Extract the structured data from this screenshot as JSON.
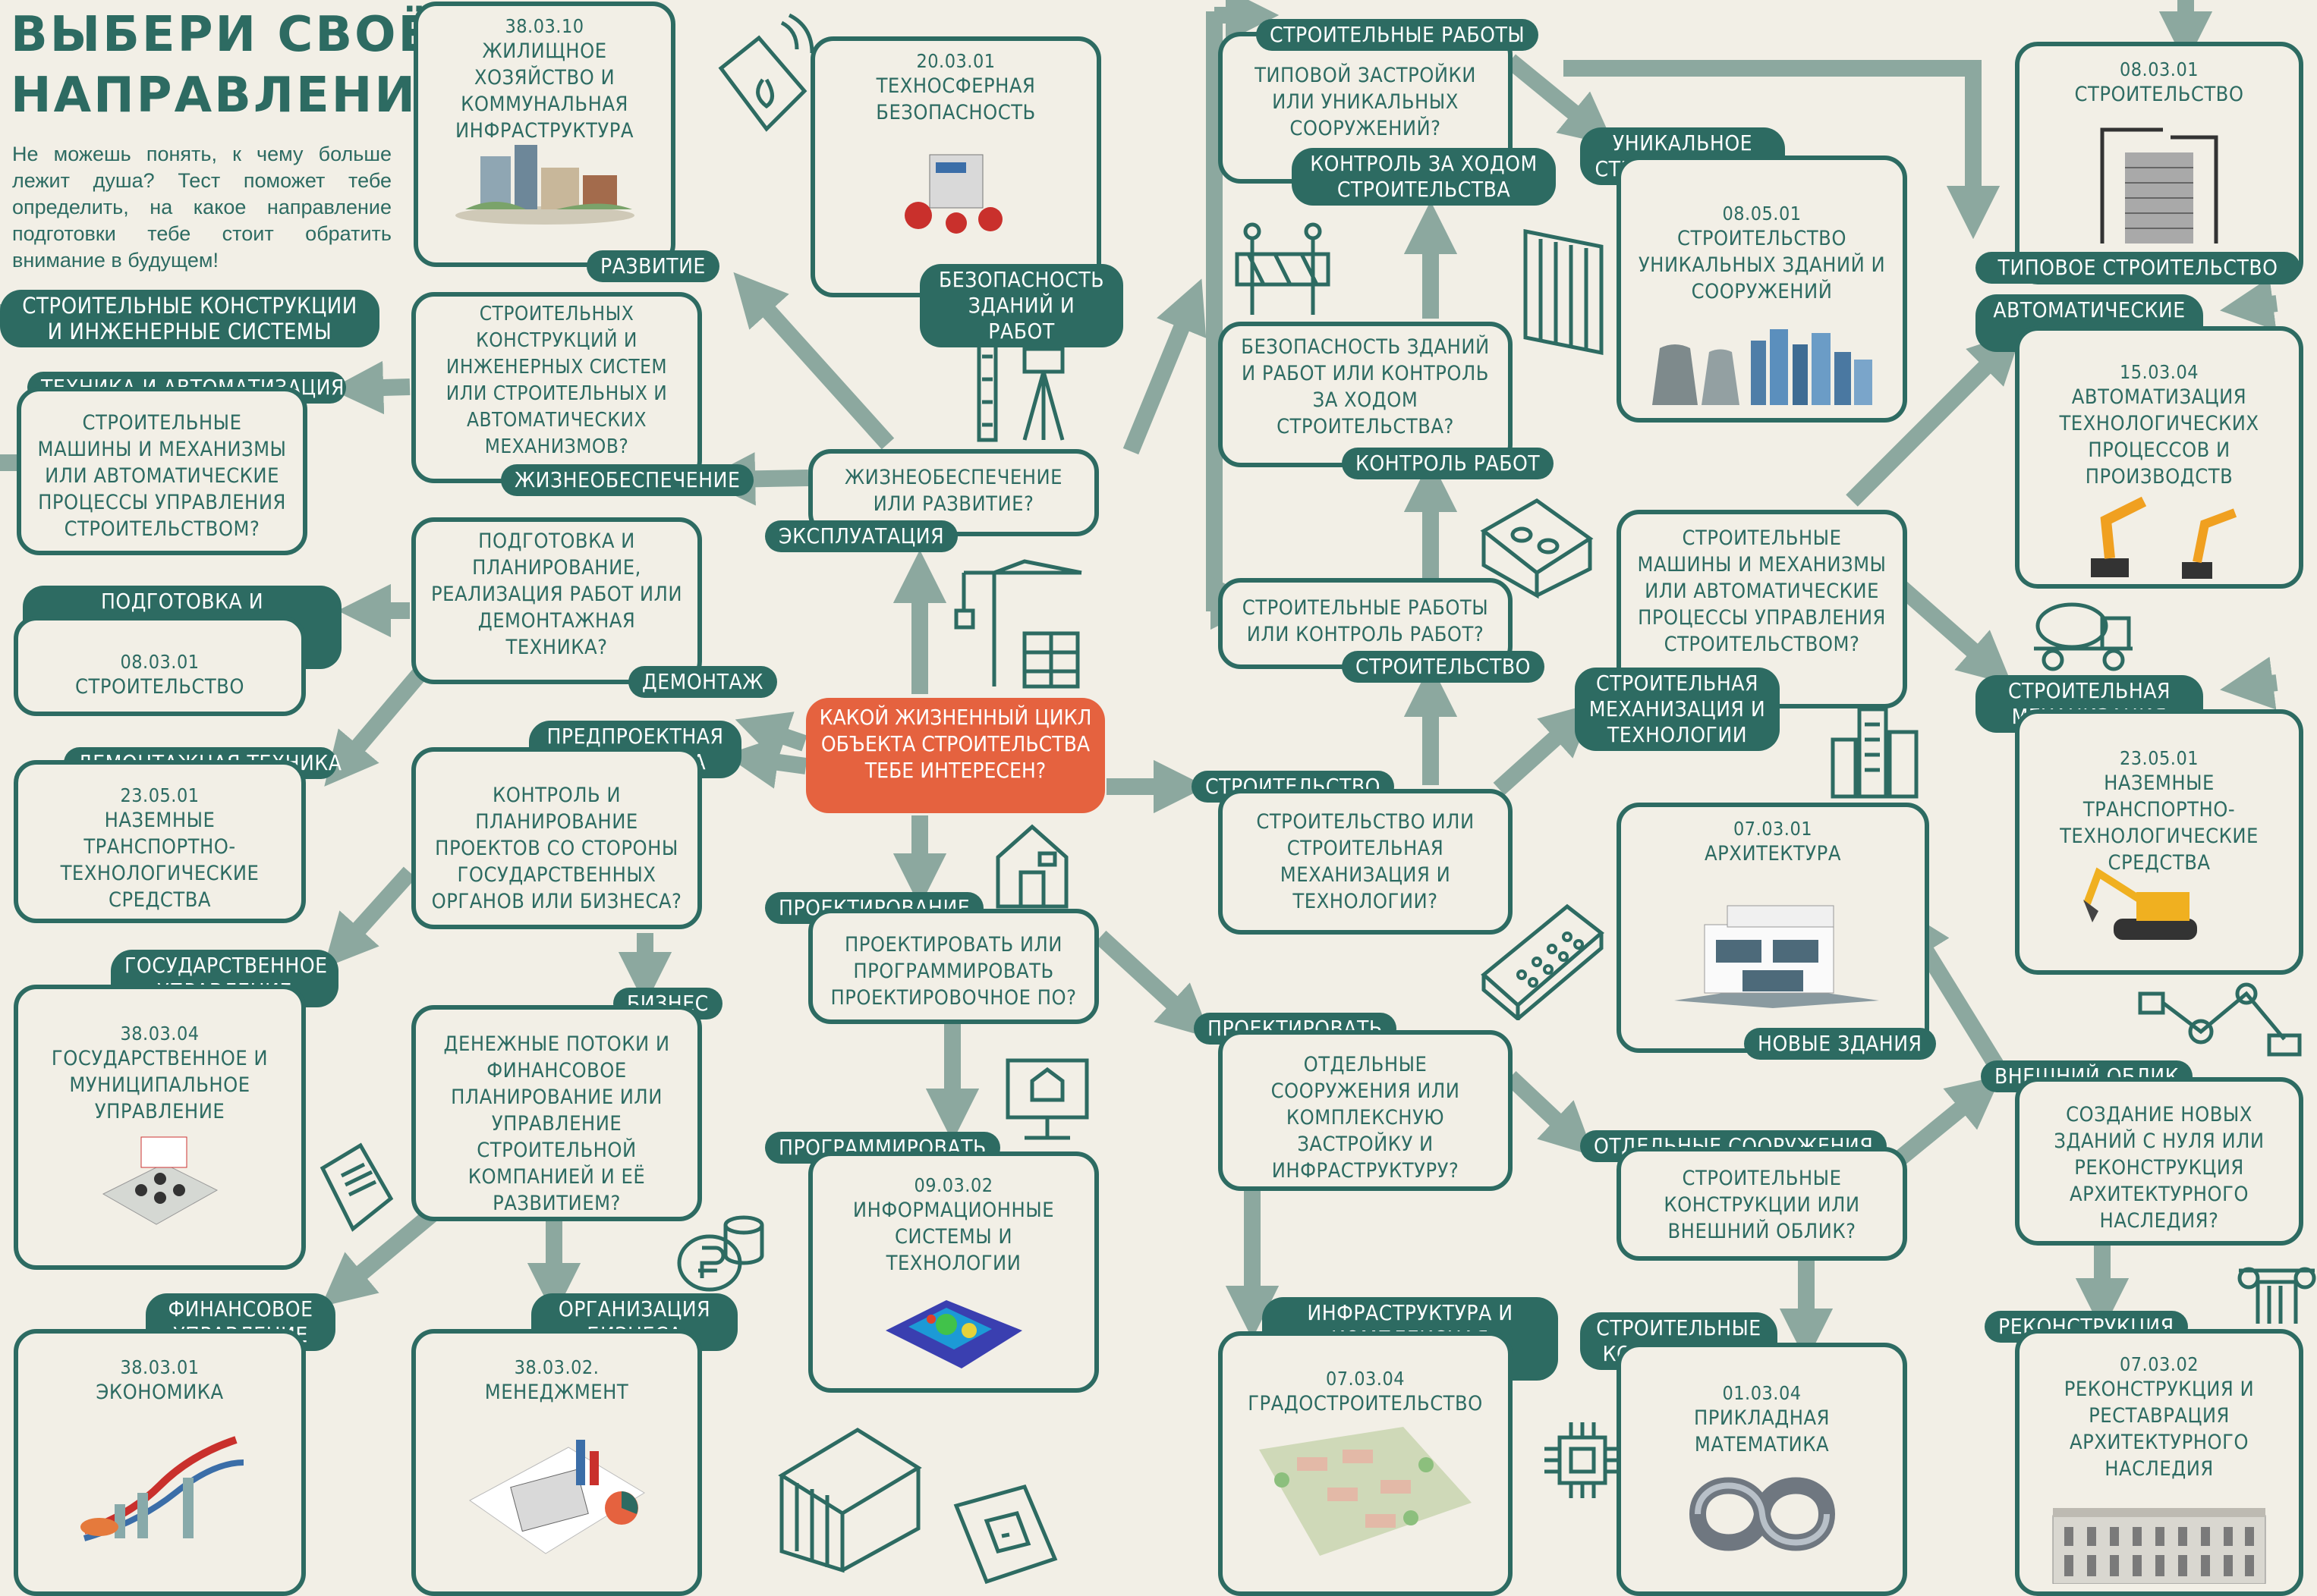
{
  "header": {
    "title_line1": "ВЫБЕРИ СВОЁ",
    "title_line2": "НАПРАВЛЕНИЕ",
    "intro": "Не можешь понять, к чему больше лежит душа? Тест поможет тебе определить, на какое направление подготовки тебе стоит обратить внимание в будущем!"
  },
  "center_question": "КАКОЙ ЖИЗНЕННЫЙ ЦИКЛ ОБЪЕКТА СТРОИТЕЛЬСТВА ТЕБЕ ИНТЕРЕСЕН?",
  "questions": {
    "zhizneobesp_or_razvitie": "ЖИЗНЕОБЕСПЕЧЕНИЕ ИЛИ РАЗВИТИЕ?",
    "konstr_or_tech": "СТРОИТЕЛЬНЫХ КОНСТРУКЦИЙ И ИНЖЕНЕРНЫХ СИСТЕМ ИЛИ СТРОИТЕЛЬНЫХ И АВТОМАТИЧЕСКИХ МЕХАНИЗМОВ?",
    "mash_or_auto_left": "СТРОИТЕЛЬНЫЕ МАШИНЫ И МЕХАНИЗМЫ ИЛИ АВТОМАТИЧЕСКИЕ ПРОЦЕССЫ УПРАВЛЕНИЯ СТРОИТЕЛЬСТВОМ?",
    "podgotovka_or_demontazh": "ПОДГОТОВКА И ПЛАНИРОВАНИЕ, РЕАЛИЗАЦИЯ РАБОТ ИЛИ ДЕМОНТАЖНАЯ ТЕХНИКА?",
    "gos_or_biz": "КОНТРОЛЬ И ПЛАНИРОВАНИЕ ПРОЕКТОВ СО СТОРОНЫ ГОСУДАРСТВЕННЫХ ОРГАНОВ ИЛИ БИЗНЕСА?",
    "fin_or_org": "ДЕНЕЖНЫЕ ПОТОКИ И ФИНАНСОВОЕ ПЛАНИРОВАНИЕ ИЛИ УПРАВЛЕНИЕ СТРОИТЕЛЬНОЙ КОМПАНИЕЙ И ЕЁ РАЗВИТИЕМ?",
    "proekt_or_program": "ПРОЕКТИРОВАТЬ ИЛИ ПРОГРАММИРОВАТЬ ПРОЕКТИРОВОЧНОЕ ПО?",
    "stroit_or_mech": "СТРОИТЕЛЬСТВО ИЛИ СТРОИТЕЛЬНАЯ МЕХАНИЗАЦИЯ И ТЕХНОЛОГИИ?",
    "works_or_control": "СТРОИТЕЛЬНЫЕ РАБОТЫ ИЛИ КОНТРОЛЬ РАБОТ?",
    "safety_or_control": "БЕЗОПАСНОСТЬ ЗДАНИЙ И РАБОТ ИЛИ КОНТРОЛЬ ЗА ХОДОМ СТРОИТЕЛЬСТВА?",
    "typical_or_unique": "ТИПОВОЙ ЗАСТРОЙКИ ИЛИ УНИКАЛЬНЫХ СООРУЖЕНИЙ?",
    "mash_or_auto_right": "СТРОИТЕЛЬНЫЕ МАШИНЫ И МЕХАНИЗМЫ ИЛИ АВТОМАТИЧЕСКИЕ ПРОЦЕССЫ УПРАВЛЕНИЯ СТРОИТЕЛЬСТВОМ?",
    "separate_or_complex": "ОТДЕЛЬНЫЕ СООРУЖЕНИЯ ИЛИ КОМПЛЕКСНУЮ ЗАСТРОЙКУ И ИНФРАСТРУКТУРУ?",
    "konstr_or_oblik": "СТРОИТЕЛЬНЫЕ КОНСТРУКЦИИ ИЛИ ВНЕШНИЙ ОБЛИК?",
    "new_or_recon": "СОЗДАНИЕ НОВЫХ ЗДАНИЙ С НУЛЯ ИЛИ РЕКОНСТРУКЦИЯ АРХИТЕКТУРНОГО НАСЛЕДИЯ?"
  },
  "tags": {
    "ekspluatatsiya": "ЭКСПЛУАТАЦИЯ",
    "zhizneobespechenie": "ЖИЗНЕОБЕСПЕЧЕНИЕ",
    "razvitie": "РАЗВИТИЕ",
    "bezopasnost": "БЕЗОПАСНОСТЬ ЗДАНИЙ И РАБОТ",
    "str_konstr_ing": "СТРОИТЕЛЬНЫЕ КОНСТРУКЦИИ И ИНЖЕНЕРНЫЕ СИСТЕМЫ",
    "tech_auto": "ТЕХНИКА И АВТОМАТИЗАЦИЯ",
    "podgotovka": "ПОДГОТОВКА И ПЛАНИРОВАНИЕ, РЕАЛИЗАЦИЯ",
    "demontazh": "ДЕМОНТАЖ",
    "demontazh_tech": "ДЕМОНТАЖНАЯ ТЕХНИКА",
    "predproekt": "ПРЕДПРОЕКТНАЯ ПОДГОТОВКА",
    "gos_upr": "ГОСУДАРСТВЕННОЕ УПРАВЛЕНИЕ",
    "biznes": "БИЗНЕС",
    "fin_upr": "ФИНАНСОВОЕ УПРАВЛЕНИЕ",
    "org_biz": "ОРГАНИЗАЦИЯ БИЗНЕСА",
    "proektirovanie": "ПРОЕКТИРОВАНИЕ",
    "programmirovat": "ПРОГРАММИРОВАТЬ",
    "stroitelstvo": "СТРОИТЕЛЬСТВО",
    "stroitelstvo2": "СТРОИТЕЛЬСТВО",
    "kontrol_rabot": "КОНТРОЛЬ РАБОТ",
    "kontrol_hod": "КОНТРОЛЬ ЗА ХОДОМ СТРОИТЕЛЬСТВА",
    "str_raboty": "СТРОИТЕЛЬНЫЕ РАБОТЫ",
    "unique": "УНИКАЛЬНОЕ СТРОИТЕЛЬСТВО",
    "typical": "ТИПОВОЕ СТРОИТЕЛЬСТВО",
    "auto_proc": "АВТОМАТИЧЕСКИЕ ПРОЦЕССЫ",
    "str_mech_tech": "СТРОИТЕЛЬНАЯ МЕХАНИЗАЦИЯ И ТЕХНОЛОГИИ",
    "str_mech": "СТРОИТЕЛЬНАЯ МЕХАНИЗАЦИЯ",
    "proektirovat": "ПРОЕКТИРОВАТЬ",
    "otd_sooruzh": "ОТДЕЛЬНЫЕ СООРУЖЕНИЯ",
    "infra": "ИНФРАСТРУКТУРА И КОМПЛЕКСНАЯ ЗАСТРОЙКА",
    "str_konstr": "СТРОИТЕЛЬНЫЕ КОНСТРУКЦИИ",
    "vnesh_oblik": "ВНЕШНИЙ ОБЛИК",
    "new_buildings": "НОВЫЕ ЗДАНИЯ",
    "rekonstr": "РЕКОНСТРУКЦИЯ"
  },
  "results": {
    "zhkh": {
      "code": "38.03.10",
      "title": "ЖИЛИЩНОЕ ХОЗЯЙСТВО И КОММУНАЛЬНАЯ ИНФРАСТРУКТУРА"
    },
    "tekhnosfera": {
      "code": "20.03.01",
      "title": "ТЕХНОСФЕРНАЯ БЕЗОПАСНОСТЬ"
    },
    "stroit_left": {
      "code": "08.03.01",
      "title": "СТРОИТЕЛЬСТВО"
    },
    "ttts_left": {
      "code": "23.05.01",
      "title": "НАЗЕМНЫЕ ТРАНСПОРТНО-ТЕХНОЛОГИЧЕСКИЕ СРЕДСТВА"
    },
    "gmu": {
      "code": "38.03.04",
      "title": "ГОСУДАРСТВЕННОЕ И МУНИЦИПАЛЬНОЕ УПРАВЛЕНИЕ"
    },
    "ekonomika": {
      "code": "38.03.01",
      "title": "ЭКОНОМИКА"
    },
    "menedzhment": {
      "code": "38.03.02.",
      "title": "МЕНЕДЖМЕНТ"
    },
    "ist": {
      "code": "09.03.02",
      "title": "ИНФОРМАЦИОННЫЕ СИСТЕМЫ И ТЕХНОЛОГИИ"
    },
    "unique_build": {
      "code": "08.05.01",
      "title": "СТРОИТЕЛЬСТВО УНИКАЛЬНЫХ ЗДАНИЙ И СООРУЖЕНИЙ"
    },
    "stroit_right": {
      "code": "08.03.01",
      "title": "СТРОИТЕЛЬСТВО"
    },
    "automation": {
      "code": "15.03.04",
      "title": "АВТОМАТИЗАЦИЯ ТЕХНОЛОГИЧЕСКИХ ПРОЦЕССОВ И ПРОИЗВОДСТВ"
    },
    "ttts_right": {
      "code": "23.05.01",
      "title": "НАЗЕМНЫЕ ТРАНСПОРТНО-ТЕХНОЛОГИЧЕСКИЕ СРЕДСТВА"
    },
    "architecture": {
      "code": "07.03.01",
      "title": "АРХИТЕКТУРА"
    },
    "gradostroy": {
      "code": "07.03.04",
      "title": "ГРАДОСТРОИТЕЛЬСТВО"
    },
    "applied_math": {
      "code": "01.03.04",
      "title": "ПРИКЛАДНАЯ МАТЕМАТИКА"
    },
    "restoration": {
      "code": "07.03.02",
      "title": "РЕКОНСТРУКЦИЯ И РЕСТАВРАЦИЯ АРХИТЕКТУРНОГО НАСЛЕДИЯ"
    }
  },
  "colors": {
    "primary": "#2d6b62",
    "arrow": "#8ca89f",
    "accent": "#e5623f",
    "background": "#f2efe6"
  }
}
